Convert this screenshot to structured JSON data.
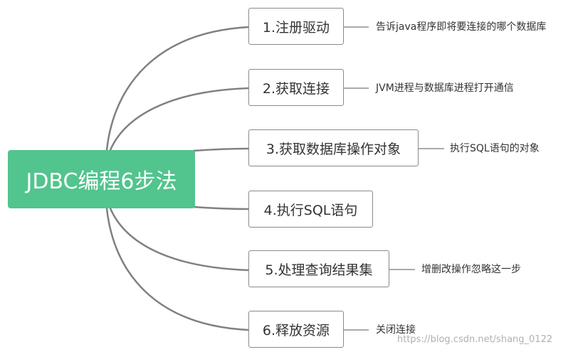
{
  "root": {
    "label": "JDBC编程6步法"
  },
  "steps": [
    {
      "label": "1.注册驱动",
      "note": "告诉java程序即将要连接的哪个数据库"
    },
    {
      "label": "2.获取连接",
      "note": "JVM进程与数据库进程打开通信"
    },
    {
      "label": "3.获取数据库操作对象",
      "note": "执行SQL语句的对象"
    },
    {
      "label": "4.执行SQL语句",
      "note": ""
    },
    {
      "label": "5.处理查询结果集",
      "note": "增删改操作忽略这一步"
    },
    {
      "label": "6.释放资源",
      "note": "关闭连接"
    }
  ],
  "watermark": "https://blog.csdn.net/shang_0122",
  "colors": {
    "root": "#52c48e",
    "branch": "#808080",
    "node_border": "#8a8a8a"
  }
}
